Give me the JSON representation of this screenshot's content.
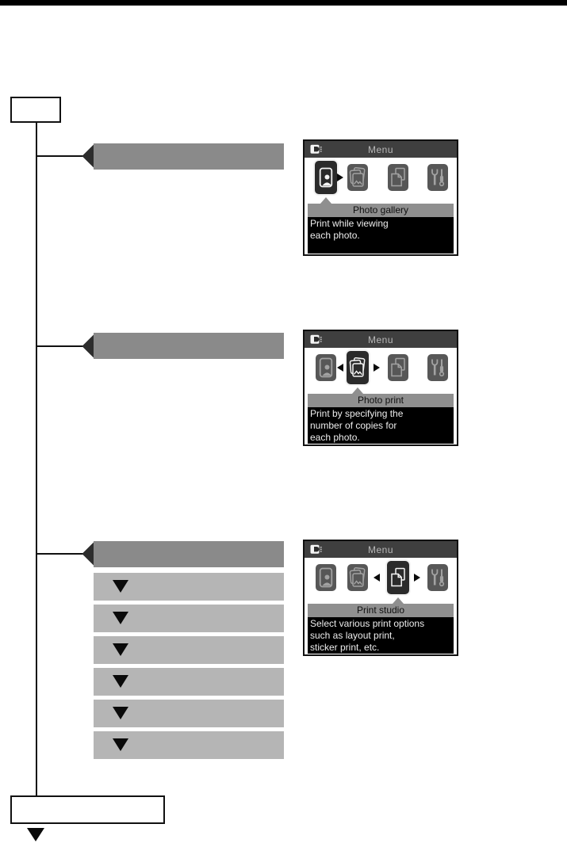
{
  "page": {
    "background": "#ffffff",
    "top_rule_color": "#000000"
  },
  "flowchart": {
    "start_box": {
      "label": ""
    },
    "sections": [
      {
        "label": "",
        "marker": "diamond"
      },
      {
        "label": "",
        "marker": "diamond"
      },
      {
        "label": "",
        "marker": "diamond"
      }
    ],
    "sub_items": [
      {
        "label": "",
        "marker": "triangle-down"
      },
      {
        "label": "",
        "marker": "triangle-down"
      },
      {
        "label": "",
        "marker": "triangle-down"
      },
      {
        "label": "",
        "marker": "triangle-down"
      },
      {
        "label": "",
        "marker": "triangle-down"
      },
      {
        "label": "",
        "marker": "triangle-down"
      }
    ],
    "end_box": {
      "label": ""
    },
    "end_marker": "triangle-down"
  },
  "screens": [
    {
      "title": "Menu",
      "icons": [
        "photo-gallery",
        "photo-print",
        "print-studio",
        "settings"
      ],
      "selected_index": 0,
      "selected_label": "Photo gallery",
      "description_lines": [
        "Print while viewing",
        "each photo."
      ]
    },
    {
      "title": "Menu",
      "icons": [
        "photo-gallery",
        "photo-print",
        "print-studio",
        "settings"
      ],
      "selected_index": 1,
      "selected_label": "Photo print",
      "description_lines": [
        "Print by specifying the",
        "number of copies for",
        "each photo."
      ]
    },
    {
      "title": "Menu",
      "icons": [
        "photo-gallery",
        "photo-print",
        "print-studio",
        "settings"
      ],
      "selected_index": 2,
      "selected_label": "Print studio",
      "description_lines": [
        "Select various print options",
        "such as layout print,",
        "sticker print, etc."
      ]
    }
  ],
  "colors": {
    "section_bar": "#8a8a8a",
    "sub_bar": "#b5b5b5",
    "diamond": "#2d2d2d",
    "lcd_header": "#3f3f3f",
    "lcd_title_text": "#b8b8b8",
    "lcd_tile": "#575757",
    "lcd_tile_selected": "#2b2b2b",
    "lcd_label_bar": "#8f8f8f",
    "lcd_description_bg": "#000000",
    "lcd_description_text": "#ededed"
  }
}
